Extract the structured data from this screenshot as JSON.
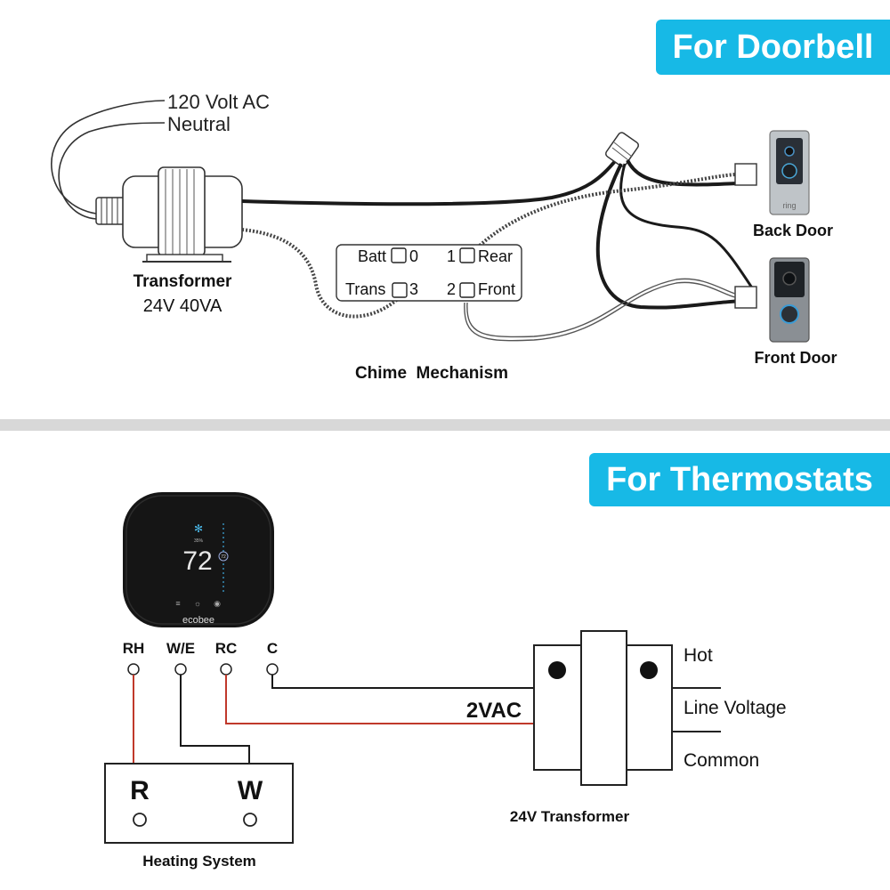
{
  "doorbell": {
    "banner": "For Doorbell",
    "ac_label": "120 Volt AC",
    "neutral_label": "Neutral",
    "transformer_title": "Transformer",
    "transformer_rating": "24V 40VA",
    "chime": {
      "title": "Chime  Mechanism",
      "batt": "Batt",
      "batt_num": "0",
      "trans": "Trans",
      "trans_num": "3",
      "rear_num": "1",
      "rear": "Rear",
      "front_num": "2",
      "front": "Front"
    },
    "back_door": "Back Door",
    "front_door": "Front Door",
    "ring_logo": "ring"
  },
  "thermostat": {
    "banner": "For Thermostats",
    "display_temp": "72",
    "display_humidity": "35%",
    "display_setpoint": "72",
    "brand": "ecobee",
    "terminals": [
      "RH",
      "W/E",
      "RC",
      "C"
    ],
    "voltage_label": "2VAC",
    "heating": {
      "title": "Heating System",
      "r": "R",
      "w": "W"
    },
    "transformer_title": "24V Transformer",
    "hot": "Hot",
    "line_voltage": "Line Voltage",
    "common": "Common"
  },
  "colors": {
    "banner": "#17b9e6",
    "red_wire": "#c0392b",
    "wire": "#1a1a1a"
  }
}
